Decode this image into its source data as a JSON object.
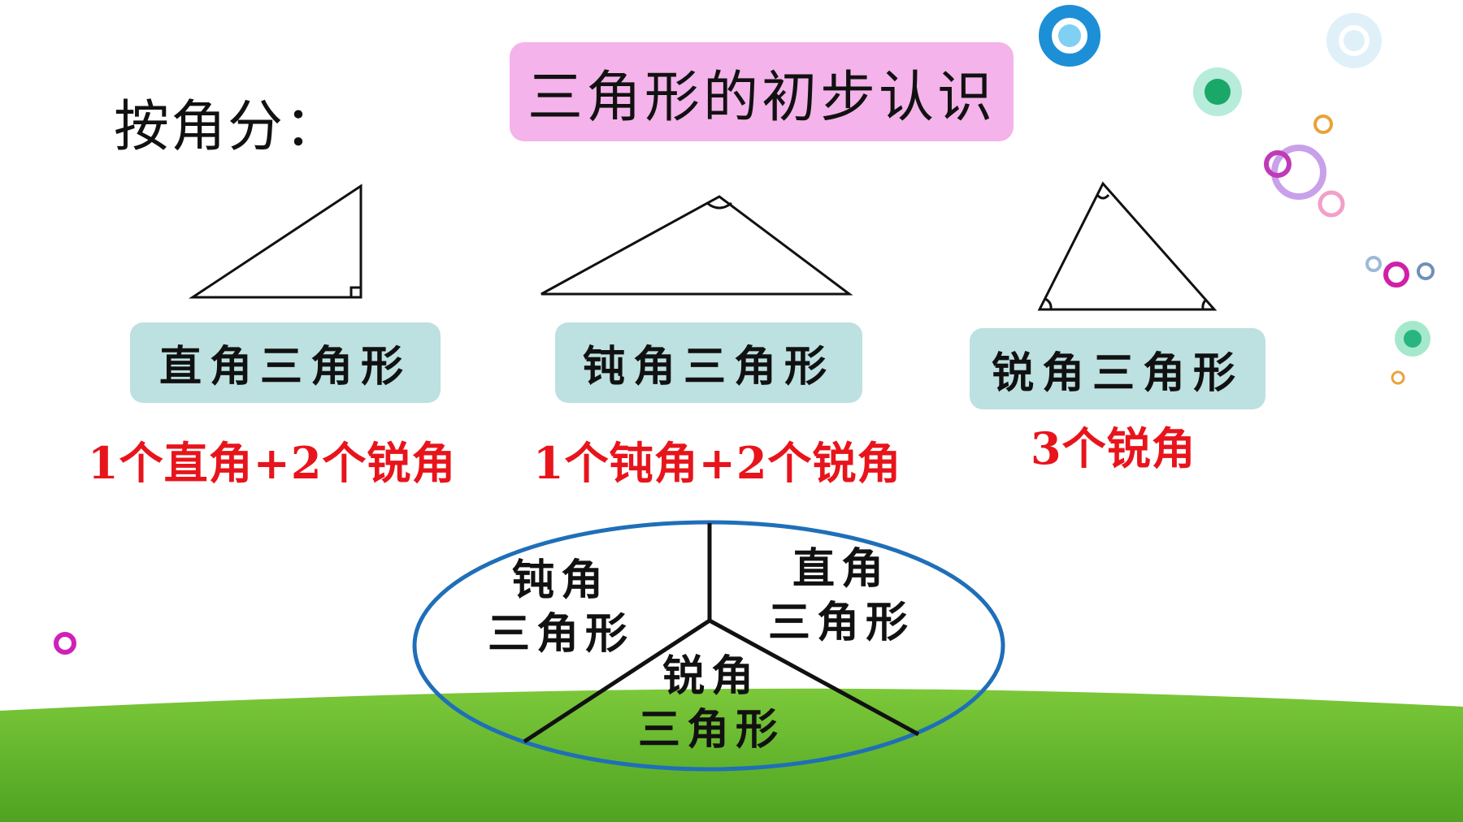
{
  "slide": {
    "title": "三角形的初步认识",
    "subtitle": "按角分："
  },
  "triangles": [
    {
      "label": "直角三角形",
      "note": "1个直角+2个锐角"
    },
    {
      "label": "钝角三角形",
      "note": "1个钝角+2个锐角"
    },
    {
      "label": "锐角三角形",
      "note": "3个锐角"
    }
  ],
  "ellipse": {
    "obtuse": {
      "line1": "钝角",
      "line2": "三角形"
    },
    "right": {
      "line1": "直角",
      "line2": "三角形"
    },
    "acute": {
      "line1": "锐角",
      "line2": "三角形"
    }
  },
  "colors": {
    "title_bg": "#f4b3ea",
    "label_bg": "#bde0e1",
    "note_text": "#e8141b",
    "ellipse_stroke": "#1f6fb8",
    "grass": "#6cbc2e"
  }
}
